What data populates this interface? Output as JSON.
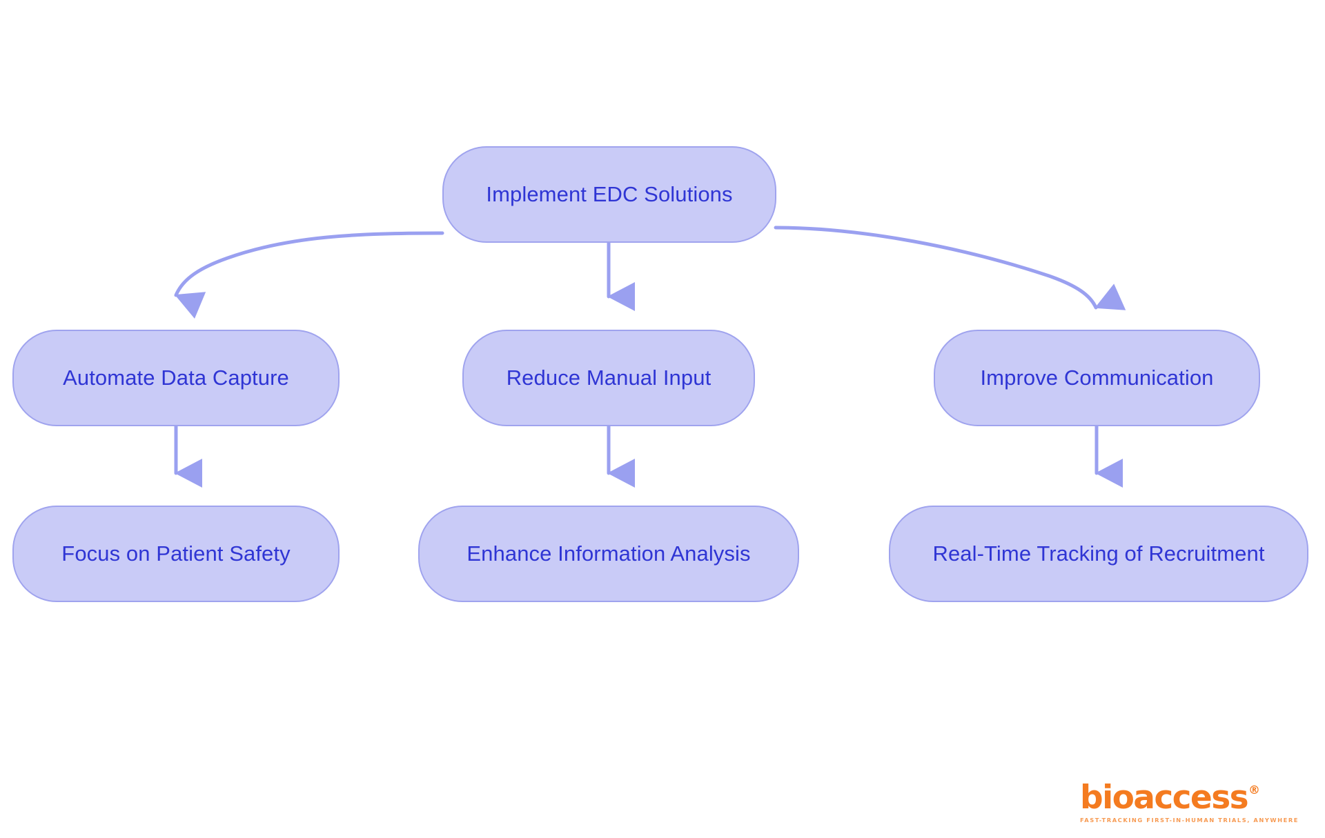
{
  "diagram": {
    "type": "flowchart",
    "title": "Implement EDC Solutions flowchart",
    "orientation": "top-down",
    "colors": {
      "node_fill": "#c9cbf7",
      "node_border": "#9fa3ee",
      "node_text": "#2f35d4",
      "edge": "#9aa0f0",
      "background": "#ffffff",
      "brand_orange": "#f47b20"
    },
    "nodes": [
      {
        "id": "root",
        "label": "Implement EDC Solutions",
        "row": 1,
        "column": "center"
      },
      {
        "id": "l1",
        "label": "Automate Data Capture",
        "row": 2,
        "column": "left"
      },
      {
        "id": "m1",
        "label": "Reduce Manual Input",
        "row": 2,
        "column": "center"
      },
      {
        "id": "r1",
        "label": "Improve Communication",
        "row": 2,
        "column": "right"
      },
      {
        "id": "l2",
        "label": "Focus on Patient Safety",
        "row": 3,
        "column": "left"
      },
      {
        "id": "m2",
        "label": "Enhance Information Analysis",
        "row": 3,
        "column": "center"
      },
      {
        "id": "r2",
        "label": "Real-Time Tracking of Recruitment",
        "row": 3,
        "column": "right"
      }
    ],
    "edges": [
      {
        "from": "root",
        "to": "l1",
        "style": "curved",
        "arrow": "triangle"
      },
      {
        "from": "root",
        "to": "m1",
        "style": "straight",
        "arrow": "triangle"
      },
      {
        "from": "root",
        "to": "r1",
        "style": "curved",
        "arrow": "triangle"
      },
      {
        "from": "l1",
        "to": "l2",
        "style": "straight",
        "arrow": "triangle"
      },
      {
        "from": "m1",
        "to": "m2",
        "style": "straight",
        "arrow": "triangle"
      },
      {
        "from": "r1",
        "to": "r2",
        "style": "straight",
        "arrow": "triangle"
      }
    ]
  },
  "logo": {
    "wordmark": "bioaccess",
    "registered_mark": "®",
    "tagline": "FAST-TRACKING FIRST-IN-HUMAN TRIALS, ANYWHERE"
  }
}
